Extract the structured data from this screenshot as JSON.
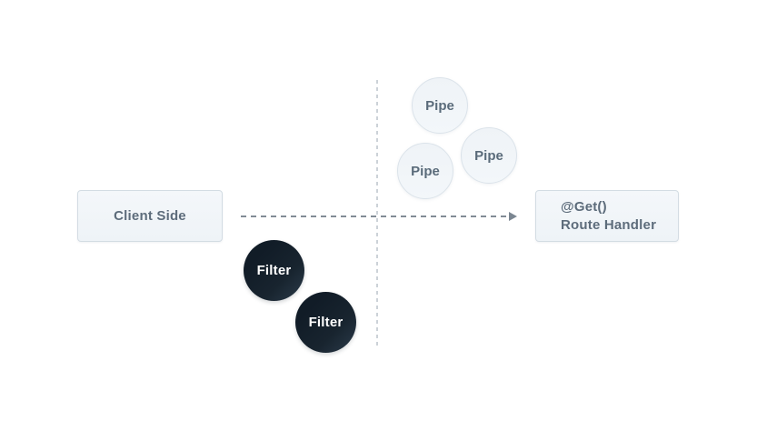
{
  "diagram": {
    "title": "request-lifecycle-diagram",
    "client_box": {
      "label": "Client Side"
    },
    "route_box": {
      "line1": "@Get()",
      "line2": "Route Handler"
    },
    "pipes": [
      {
        "label": "Pipe"
      },
      {
        "label": "Pipe"
      },
      {
        "label": "Pipe"
      }
    ],
    "filters": [
      {
        "label": "Filter"
      },
      {
        "label": "Filter"
      }
    ],
    "icons": {
      "arrowhead": "right-arrowhead-icon"
    },
    "colors": {
      "background": "#ffffff",
      "box_fill": "#f2f6f9",
      "box_border": "#d3dce3",
      "box_text": "#5d6c7b",
      "pipe_fill": "#f0f4f8",
      "pipe_border": "#dbe3ea",
      "pipe_text": "#5a6b7a",
      "filter_fill": "#17232e",
      "filter_text": "#ffffff",
      "arrow_dash": "#828c96",
      "divider_dash": "#ccd2d8"
    }
  }
}
